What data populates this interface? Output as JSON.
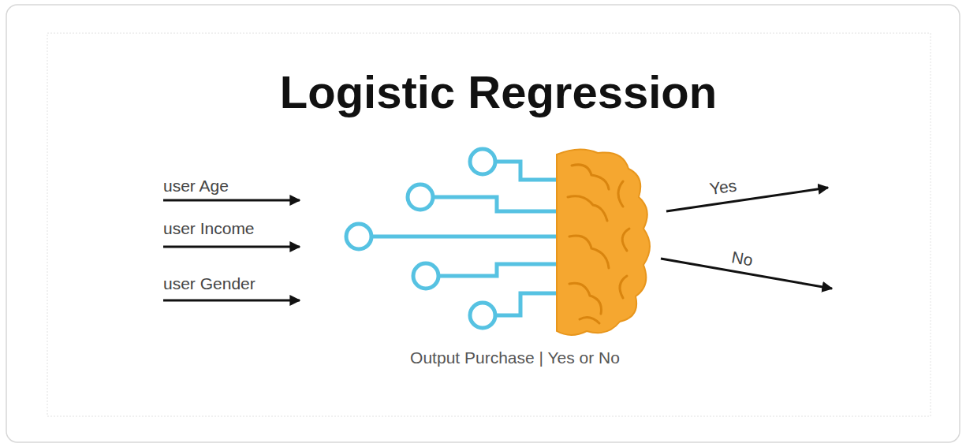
{
  "diagram": {
    "title": "Logistic Regression",
    "caption": "Output Purchase | Yes or No",
    "labels": [
      "user Age",
      "user Income",
      "user Gender",
      "Yes",
      "No"
    ]
  }
}
